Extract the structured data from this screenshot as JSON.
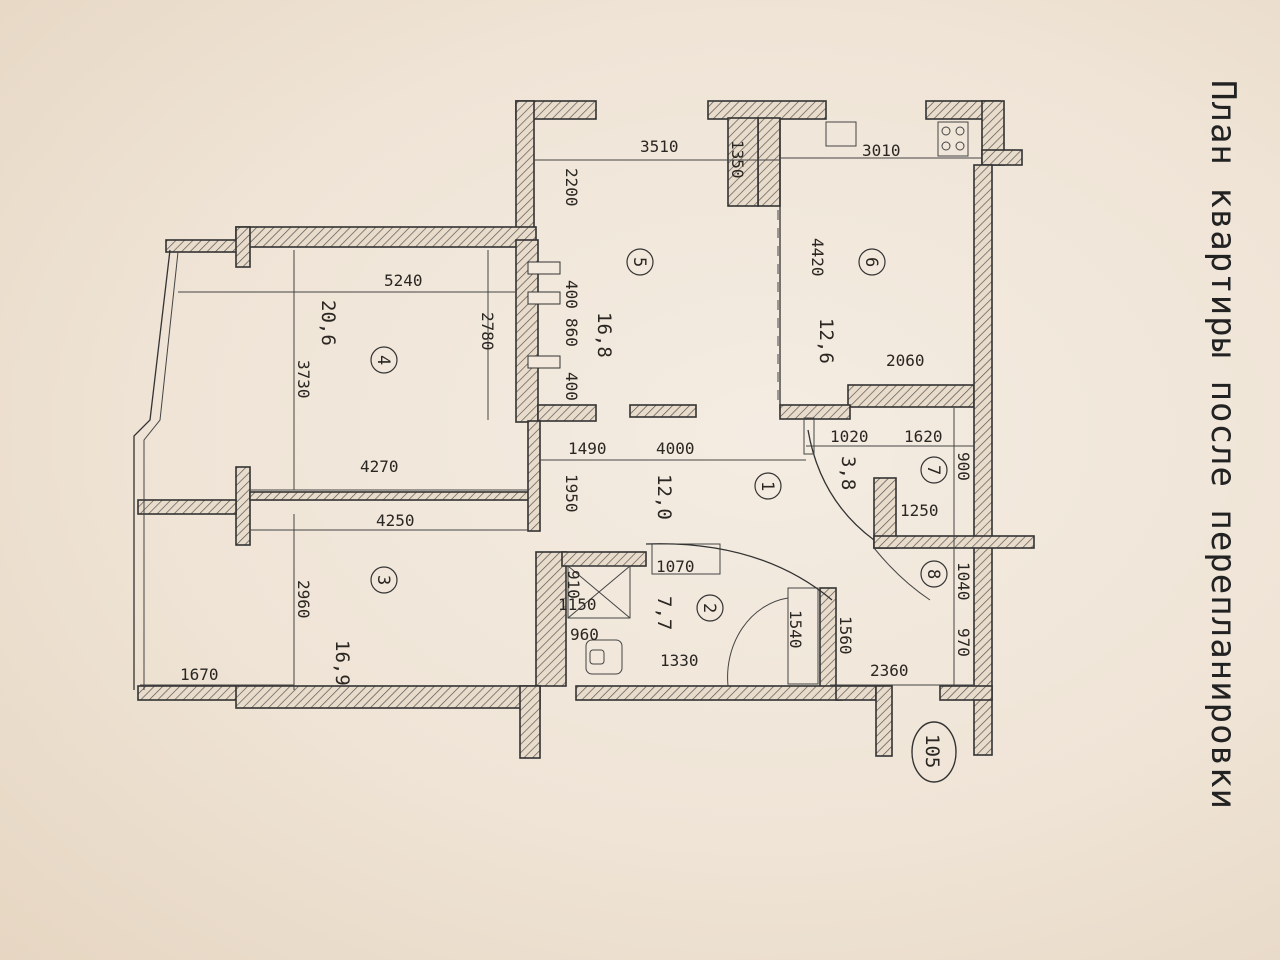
{
  "title": "План квартиры после перепланировки",
  "sheet_number": "105",
  "rooms": [
    {
      "no": "1",
      "area": "12,0"
    },
    {
      "no": "2",
      "area": "7,7"
    },
    {
      "no": "3",
      "area": "16,9"
    },
    {
      "no": "4",
      "area": "20,6"
    },
    {
      "no": "5",
      "area": "16,8"
    },
    {
      "no": "6",
      "area": "12,6"
    },
    {
      "no": "7",
      "area": "3,8"
    },
    {
      "no": "8",
      "area": ""
    }
  ],
  "dimensions": {
    "d3510": "3510",
    "d3010": "3010",
    "d1350": "1350",
    "d2200": "2200",
    "d4420": "4420",
    "d5240": "5240",
    "d2780": "2780",
    "d3730": "3730",
    "d400a": "400",
    "d860": "860",
    "d400b": "400",
    "d2060": "2060",
    "d1490": "1490",
    "d4000": "4000",
    "d1020": "1020",
    "d1620": "1620",
    "d900": "900",
    "d1250": "1250",
    "d4270": "4270",
    "d1950": "1950",
    "d4250": "4250",
    "d910": "910",
    "d1070": "1070",
    "d1150": "1150",
    "d1040": "1040",
    "d960": "960",
    "d1540": "1540",
    "d1560": "1560",
    "d970": "970",
    "d1330": "1330",
    "d2360": "2360",
    "d2960": "2960",
    "d1670": "1670"
  }
}
